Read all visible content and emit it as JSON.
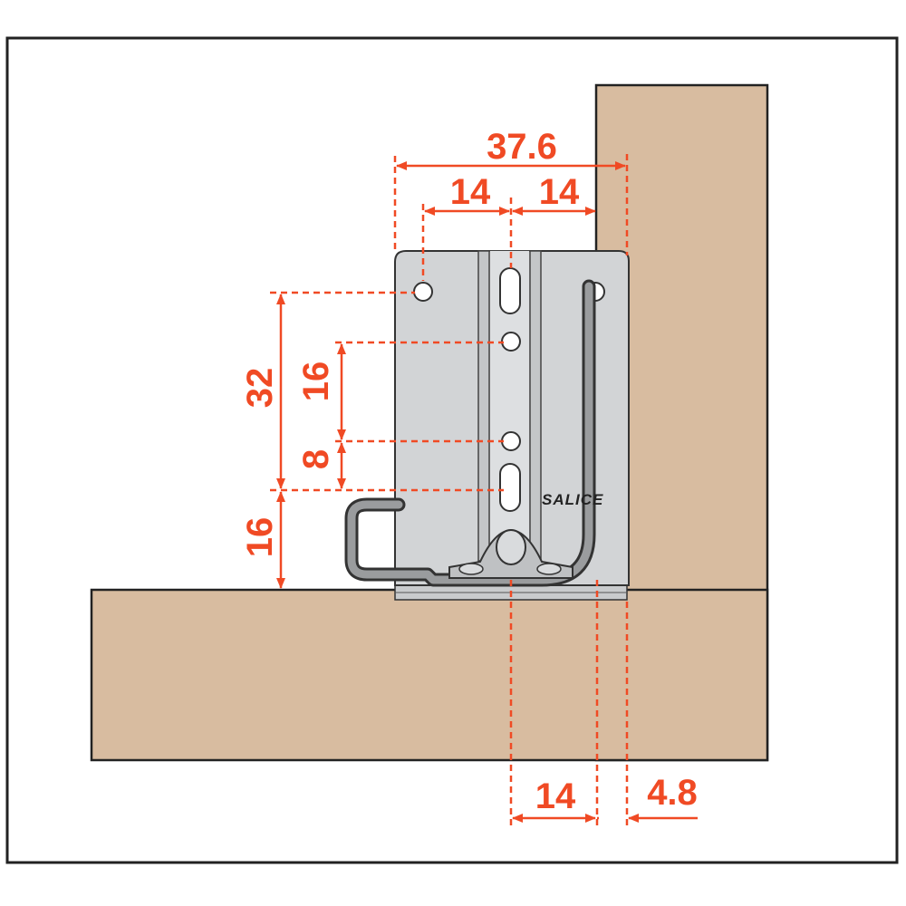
{
  "colors": {
    "accent": "#F04A24",
    "wood": "#D8BCA0",
    "metal": "#D2D4D6",
    "frame": "#222222",
    "background": "#FFFFFF"
  },
  "brand": "SALICE",
  "dimensions": {
    "overall_width": "37.6",
    "top_left_offset": "14",
    "top_right_offset": "14",
    "hole_vertical_span": "32",
    "upper_hole_pitch": "16",
    "lower_hole_pitch": "8",
    "height_above_floor": "16",
    "bottom_offset": "14",
    "side_thickness": "4.8"
  }
}
